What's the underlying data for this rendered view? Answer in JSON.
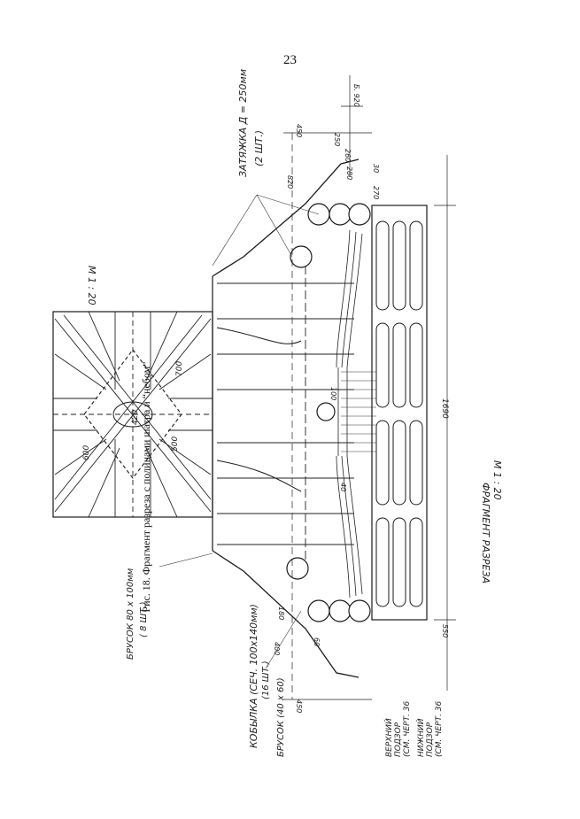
{
  "page": {
    "number": "23"
  },
  "caption": "Рис. 18. Фрагмент разреза с полицами шатра и “небом”",
  "drawing": {
    "scale_detail": "М 1 : 20",
    "section_title": "ФРАГМЕНТ РАЗРЕЗА",
    "section_scale": "М 1 : 20",
    "label_tie": "ЗАТЯЖКА Д = 250мм",
    "label_tie_qty": "(2 ШТ.)",
    "label_bar": "БРУСОК 80 х 100мм",
    "label_bar_qty": "( 8 ШТ.)",
    "label_kobylka": "КОБЫЛКА (СЕЧ. 100х140мм)",
    "label_kobylka_qty": "(16 ШТ.)",
    "label_brusok": "БРУСОК (40 х 60)",
    "label_upper_1": "ВЕРХНИЙ",
    "label_upper_2": "ПОДЗОР",
    "label_upper_3": "(СМ. ЧЕРТ. 36",
    "label_lower_1": "НИЖНИЙ",
    "label_lower_2": "ПОДЗОР",
    "label_lower_3": "(СМ. ЧЕРТ. 36",
    "dims": {
      "d450_top": "450",
      "d450_bottom": "450",
      "d250": "250",
      "d260": "260",
      "d820": "820",
      "d280": "280",
      "d30": "30",
      "d270": "270",
      "d1690": "1690",
      "d550": "550",
      "d400": "400",
      "d180": "180",
      "d60": "60",
      "elev": "Б. 920",
      "d100": "100",
      "d40": "40",
      "d420": "420",
      "d700": "700",
      "d500": "500",
      "d600": "600"
    }
  }
}
